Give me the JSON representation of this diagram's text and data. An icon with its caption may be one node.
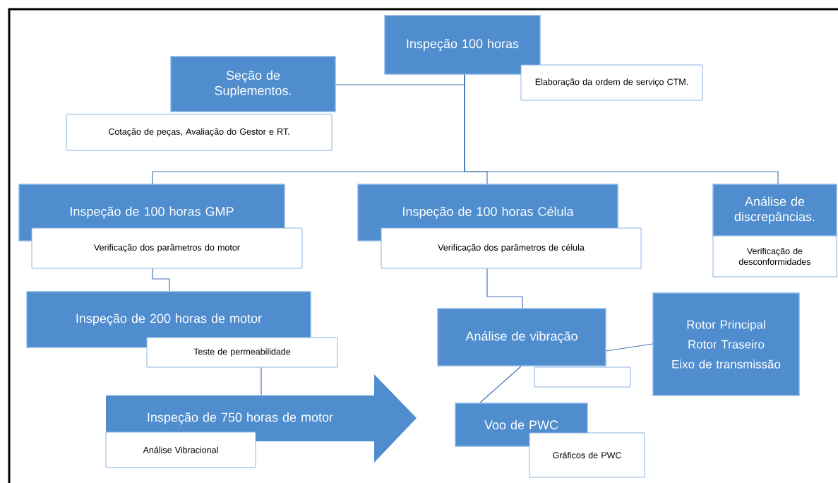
{
  "diagram": {
    "nodes": [
      {
        "text": [
          "Inspeção 100 horas"
        ]
      },
      {
        "text": [
          "Elaboração da ordem de serviço CTM."
        ]
      },
      {
        "text": [
          "Seção de Suplementos."
        ]
      },
      {
        "text": [
          "Cotação de peças, Avaliação do Gestor e RT."
        ]
      },
      {
        "text": [
          "Inspeção de 100 horas GMP"
        ]
      },
      {
        "text": [
          "Verificação dos parâmetros do motor"
        ]
      },
      {
        "text": [
          "Inspeção de 100 horas Célula"
        ]
      },
      {
        "text": [
          "Verificação dos parâmetros de célula"
        ]
      },
      {
        "text": [
          "Análise de discrepâncias."
        ]
      },
      {
        "text": [
          "Verificação de desconformidades"
        ]
      },
      {
        "text": [
          "Inspeção de 200 horas de motor"
        ]
      },
      {
        "text": [
          "Teste de permeabilidade"
        ]
      },
      {
        "text": [
          "Inspeção de 750 horas de motor"
        ]
      },
      {
        "text": [
          "Análise Vibracional"
        ]
      },
      {
        "text": [
          "Análise de vibração"
        ]
      },
      {
        "text": [],
        "shape": "box"
      },
      {
        "text": [
          "Rotor Principal",
          "Rotor Traseiro",
          "Eixo de transmissão"
        ]
      },
      {
        "text": [
          "Voo de PWC"
        ]
      },
      {
        "text": [
          "Gráficos de PWC"
        ]
      }
    ],
    "edges": [
      {
        "from": 0,
        "to": 2,
        "arrow": "none"
      },
      {
        "from": 0,
        "to": 4,
        "arrow": "none"
      },
      {
        "from": 0,
        "to": 6,
        "arrow": "none"
      },
      {
        "from": 0,
        "to": 8,
        "arrow": "none"
      },
      {
        "from": 5,
        "to": 10,
        "arrow": "none"
      },
      {
        "from": 11,
        "to": 12,
        "arrow": "none"
      },
      {
        "from": 7,
        "to": 14,
        "arrow": "none"
      },
      {
        "from": 14,
        "to": 16,
        "arrow": "none"
      },
      {
        "from": 14,
        "to": 17,
        "arrow": "none"
      }
    ]
  }
}
